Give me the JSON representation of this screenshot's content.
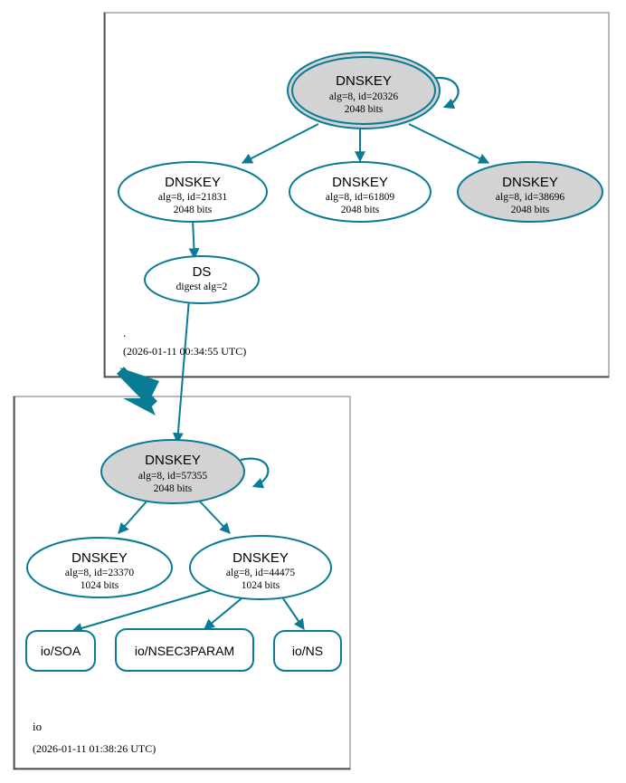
{
  "diagram": {
    "type": "dnssec-authentication-chain",
    "colors": {
      "edge": "#0a7b94",
      "node_stroke": "#0a7b94",
      "secure_fill": "#d3d3d3",
      "plain_fill": "#ffffff",
      "zone_border_top": "#a8a8a8",
      "zone_border_dark": "#4a4a4a"
    }
  },
  "zones": [
    {
      "id": "root",
      "name": ".",
      "timestamp": "(2026-01-11 00:34:55 UTC)"
    },
    {
      "id": "io",
      "name": "io",
      "timestamp": "(2026-01-11 01:38:26 UTC)"
    }
  ],
  "nodes": {
    "root_ksk": {
      "title": "DNSKEY",
      "line2": "alg=8, id=20326",
      "line3": "2048 bits",
      "shape": "double-ellipse",
      "fill": "secure",
      "self_signed": true
    },
    "root_zsk_21831": {
      "title": "DNSKEY",
      "line2": "alg=8, id=21831",
      "line3": "2048 bits",
      "shape": "ellipse",
      "fill": "plain",
      "self_signed": false
    },
    "root_zsk_61809": {
      "title": "DNSKEY",
      "line2": "alg=8, id=61809",
      "line3": "2048 bits",
      "shape": "ellipse",
      "fill": "plain",
      "self_signed": false
    },
    "root_zsk_38696": {
      "title": "DNSKEY",
      "line2": "alg=8, id=38696",
      "line3": "2048 bits",
      "shape": "ellipse",
      "fill": "secure",
      "self_signed": false
    },
    "root_ds": {
      "title": "DS",
      "line2": "digest alg=2",
      "line3": "",
      "shape": "ellipse",
      "fill": "plain",
      "self_signed": false
    },
    "io_ksk": {
      "title": "DNSKEY",
      "line2": "alg=8, id=57355",
      "line3": "2048 bits",
      "shape": "ellipse",
      "fill": "secure",
      "self_signed": true
    },
    "io_zsk_23370": {
      "title": "DNSKEY",
      "line2": "alg=8, id=23370",
      "line3": "1024 bits",
      "shape": "ellipse",
      "fill": "plain",
      "self_signed": false
    },
    "io_zsk_44475": {
      "title": "DNSKEY",
      "line2": "alg=8, id=44475",
      "line3": "1024 bits",
      "shape": "ellipse",
      "fill": "plain",
      "self_signed": false
    }
  },
  "rrsets": [
    {
      "id": "io_soa",
      "label": "io/SOA"
    },
    {
      "id": "io_nsec3param",
      "label": "io/NSEC3PARAM"
    },
    {
      "id": "io_ns",
      "label": "io/NS"
    }
  ],
  "edges": [
    {
      "from": "root_ksk",
      "to": "root_ksk",
      "kind": "self-sign"
    },
    {
      "from": "root_ksk",
      "to": "root_zsk_21831",
      "kind": "signs"
    },
    {
      "from": "root_ksk",
      "to": "root_zsk_61809",
      "kind": "signs"
    },
    {
      "from": "root_ksk",
      "to": "root_zsk_38696",
      "kind": "signs"
    },
    {
      "from": "root_zsk_21831",
      "to": "root_ds",
      "kind": "signs"
    },
    {
      "from": "root_ds",
      "to": "io_ksk",
      "kind": "delegation"
    },
    {
      "from": "io_ksk",
      "to": "io_ksk",
      "kind": "self-sign"
    },
    {
      "from": "io_ksk",
      "to": "io_zsk_23370",
      "kind": "signs"
    },
    {
      "from": "io_ksk",
      "to": "io_zsk_44475",
      "kind": "signs"
    },
    {
      "from": "io_zsk_44475",
      "to": "io_soa",
      "kind": "signs"
    },
    {
      "from": "io_zsk_44475",
      "to": "io_nsec3param",
      "kind": "signs"
    },
    {
      "from": "io_zsk_44475",
      "to": "io_ns",
      "kind": "signs"
    }
  ]
}
